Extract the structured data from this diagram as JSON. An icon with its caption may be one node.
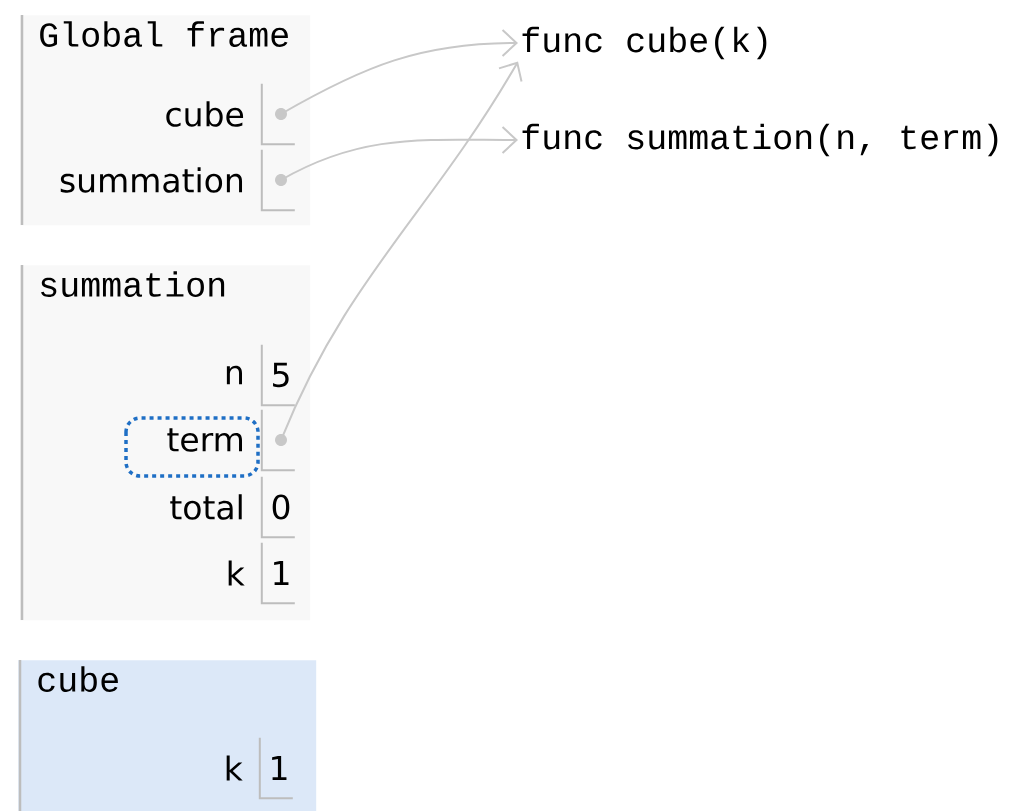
{
  "diagram": {
    "nodes": [
      {
        "text": [
          "Global frame"
        ]
      },
      {
        "text": [],
        "shape": "box",
        "in": 0,
        "beside": [
          "cube"
        ]
      },
      {
        "text": [],
        "shape": "box",
        "in": 0,
        "beside": [
          "summation"
        ]
      },
      {
        "text": [
          "func cube(k)"
        ]
      },
      {
        "text": [
          "func summation(n, term)"
        ]
      },
      {
        "text": [
          "summation"
        ]
      },
      {
        "text": [
          "5"
        ],
        "in": 5,
        "beside": [
          "n"
        ]
      },
      {
        "text": [],
        "shape": "box",
        "in": 5,
        "beside": [
          "term"
        ]
      },
      {
        "text": [
          "0"
        ],
        "in": 5,
        "beside": [
          "total"
        ]
      },
      {
        "text": [
          "1"
        ],
        "in": 5,
        "beside": [
          "k"
        ]
      },
      {
        "text": [
          "cube"
        ]
      },
      {
        "text": [
          "1"
        ],
        "in": 10,
        "beside": [
          "k"
        ]
      }
    ],
    "edges": [
      {
        "from": 1,
        "to": 3,
        "arrow": "to"
      },
      {
        "from": 2,
        "to": 4,
        "arrow": "to"
      },
      {
        "from": 7,
        "to": 3,
        "arrow": "to"
      }
    ]
  }
}
